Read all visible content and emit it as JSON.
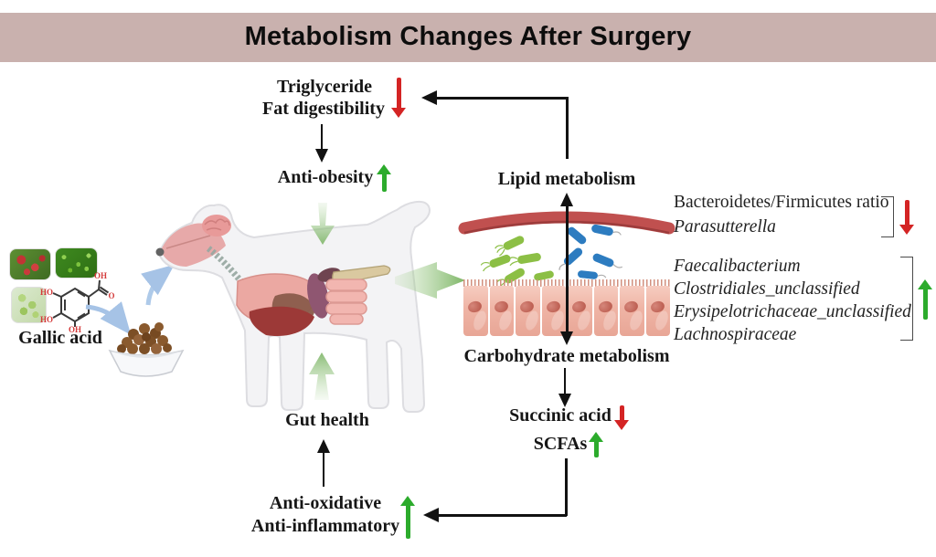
{
  "header": {
    "title": "Metabolism Changes After Surgery",
    "bg_color": "#c9b1ae"
  },
  "flow": {
    "triglyceride": "Triglyceride",
    "fat_digestibility": "Fat digestibility",
    "anti_obesity": "Anti-obesity",
    "lipid_metabolism": "Lipid metabolism",
    "carbohydrate_metabolism": "Carbohydrate metabolism",
    "succinic_acid": "Succinic acid",
    "scfas": "SCFAs",
    "gut_health": "Gut health",
    "anti_oxidative": "Anti-oxidative",
    "anti_inflammatory": "Anti-inflammatory",
    "gallic_acid": "Gallic acid"
  },
  "microbiota": {
    "decreased": [
      "Bacteroidetes/Firmicutes ratio",
      "Parasutterella"
    ],
    "increased": [
      "Faecalibacterium",
      "Clostridiales_unclassified",
      "Erysipelotrichaceae_unclassified",
      "Lachnospiraceae"
    ]
  },
  "chemistry": {
    "hydroxyl_left_top": "HO",
    "hydroxyl_left_bottom": "HO",
    "hydroxyl_bottom": "OH",
    "carboxyl_oh": "OH",
    "carboxyl_o": "O"
  },
  "colors": {
    "header_bg": "#c9b1ae",
    "increase_arrow": "#2cab2c",
    "decrease_arrow": "#d42424",
    "connector": "#121212",
    "vessel_band": "#c0504f",
    "bacteria_green": "#8cbf45",
    "bacteria_blue": "#2d7cc0",
    "epithelium": "#efb4a5",
    "diet_arrow_blue": "#a6c3e6"
  }
}
